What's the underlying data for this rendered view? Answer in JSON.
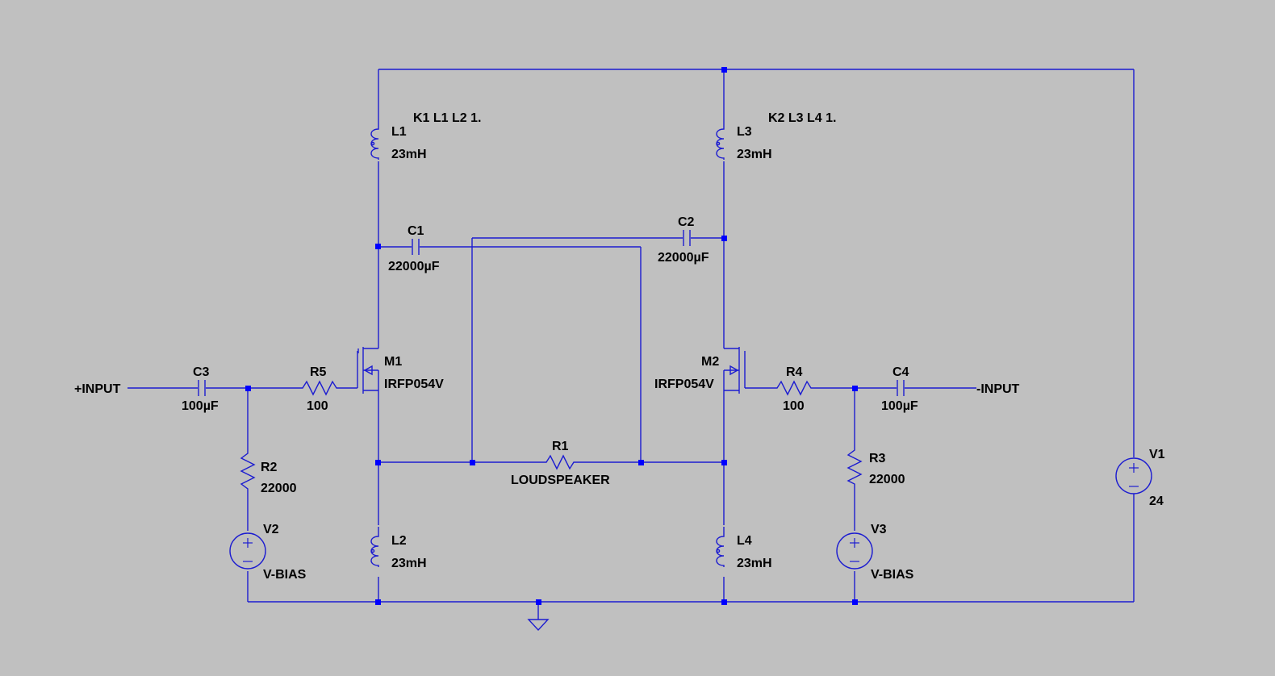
{
  "colors": {
    "background": "#c0c0c0",
    "wire": "#1c1cd0",
    "junction": "#0000ff",
    "text": "#000000"
  },
  "directives": {
    "k1": "K1 L1 L2 1.",
    "k2": "K2 L3 L4 1."
  },
  "components": {
    "L1": {
      "name": "L1",
      "value": "23mH"
    },
    "L2": {
      "name": "L2",
      "value": "23mH"
    },
    "L3": {
      "name": "L3",
      "value": "23mH"
    },
    "L4": {
      "name": "L4",
      "value": "23mH"
    },
    "C1": {
      "name": "C1",
      "value": "22000µF"
    },
    "C2": {
      "name": "C2",
      "value": "22000µF"
    },
    "C3": {
      "name": "C3",
      "value": "100µF"
    },
    "C4": {
      "name": "C4",
      "value": "100µF"
    },
    "R1": {
      "name": "R1",
      "value": "LOUDSPEAKER"
    },
    "R2": {
      "name": "R2",
      "value": "22000"
    },
    "R3": {
      "name": "R3",
      "value": "22000"
    },
    "R4": {
      "name": "R4",
      "value": "100"
    },
    "R5": {
      "name": "R5",
      "value": "100"
    },
    "M1": {
      "name": "M1",
      "value": "IRFP054V"
    },
    "M2": {
      "name": "M2",
      "value": "IRFP054V"
    },
    "V1": {
      "name": "V1",
      "value": "24"
    },
    "V2": {
      "name": "V2",
      "value": "V-BIAS"
    },
    "V3": {
      "name": "V3",
      "value": "V-BIAS"
    }
  },
  "ports": {
    "plus_input": "+INPUT",
    "minus_input": "-INPUT"
  }
}
